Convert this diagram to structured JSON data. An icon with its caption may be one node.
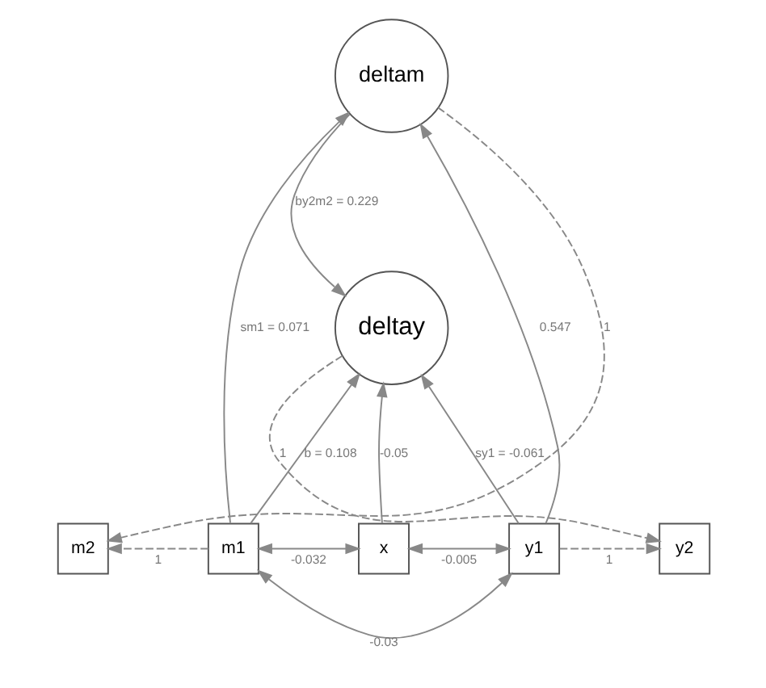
{
  "diagram": {
    "nodes": [
      {
        "text": [
          "deltam"
        ]
      },
      {
        "text": [
          "deltay"
        ]
      },
      {
        "text": [
          "m2"
        ]
      },
      {
        "text": [
          "m1"
        ]
      },
      {
        "text": [
          "x"
        ]
      },
      {
        "text": [
          "y1"
        ]
      },
      {
        "text": [
          "y2"
        ]
      }
    ],
    "edges": [
      {
        "from": 0,
        "to": 1,
        "arrow": "to",
        "label": "by2m2 = 0.229"
      },
      {
        "from": 0,
        "to": 2,
        "arrow": "to",
        "label": "1",
        "style": "dashed"
      },
      {
        "from": 3,
        "to": 0,
        "arrow": "to",
        "label": "sm1 = 0.071"
      },
      {
        "from": 5,
        "to": 0,
        "arrow": "to",
        "label": "0.547"
      },
      {
        "from": 3,
        "to": 1,
        "arrow": "to",
        "label": "b = 0.108"
      },
      {
        "from": 4,
        "to": 1,
        "arrow": "to",
        "label": "-0.05"
      },
      {
        "from": 5,
        "to": 1,
        "arrow": "to",
        "label": "sy1 = -0.061"
      },
      {
        "from": 1,
        "to": 6,
        "arrow": "to",
        "label": "1",
        "style": "dashed"
      },
      {
        "from": 3,
        "to": 2,
        "arrow": "to",
        "label": "1",
        "style": "dashed"
      },
      {
        "from": 5,
        "to": 6,
        "arrow": "to",
        "label": "1",
        "style": "dashed"
      },
      {
        "from": 3,
        "to": 4,
        "arrow": "both",
        "label": "-0.032"
      },
      {
        "from": 4,
        "to": 5,
        "arrow": "both",
        "label": "-0.005"
      },
      {
        "from": 3,
        "to": 5,
        "arrow": "both",
        "label": "-0.03"
      }
    ]
  }
}
